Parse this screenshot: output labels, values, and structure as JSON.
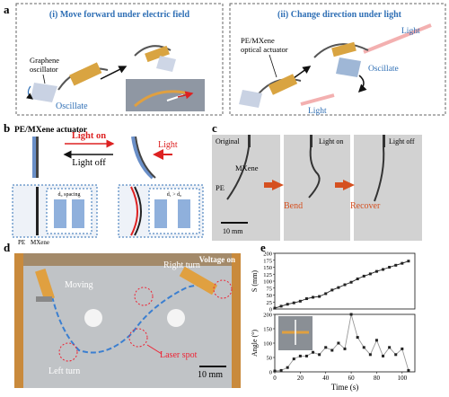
{
  "panel_a": {
    "label": "a",
    "box_i": {
      "title": "(i) Move forward under electric field",
      "graphene_line1": "Graphene",
      "graphene_line2": "oscillator",
      "oscillate": "Oscillate"
    },
    "box_ii": {
      "title": "(ii) Change direction under light",
      "actuator_line1": "PE/MXene",
      "actuator_line2": "optical actuator",
      "light_top": "Light",
      "light_bottom": "Light",
      "oscillate": "Oscillate"
    }
  },
  "panel_b": {
    "label": "b",
    "title": "PE/MXene actuator",
    "light_on": "Light on",
    "light_off": "Light off",
    "light": "Light",
    "left_inset": {
      "spacing": "d₀ spacing",
      "pe": "PE",
      "mxene": "MXene"
    },
    "right_inset": {
      "relation": "d₁ > d₀"
    }
  },
  "panel_c": {
    "label": "c",
    "frames": [
      {
        "title": "Original",
        "mxene": "MXene",
        "pe": "PE",
        "scale": "10 mm"
      },
      {
        "title": "Light on"
      },
      {
        "title": "Light off"
      }
    ],
    "bend": "Bend",
    "recover": "Recover"
  },
  "panel_d": {
    "label": "d",
    "voltage": "Voltage on",
    "moving": "Moving",
    "right_turn": "Right turn",
    "left_turn": "Left turn",
    "laser_spot": "Laser spot",
    "scale": "10 mm"
  },
  "panel_e": {
    "label": "e",
    "colors": {
      "series": "#222222",
      "grid": "#cccccc",
      "gray_line": "#999999"
    }
  },
  "chart_data": [
    {
      "type": "line",
      "ylabel": "S (mm)",
      "xlim": [
        0,
        110
      ],
      "ylim": [
        0,
        200
      ],
      "yticks": [
        "0",
        "25",
        "50",
        "75",
        "100",
        "125",
        "150",
        "175",
        "200"
      ],
      "xticks": [],
      "x": [
        0,
        5,
        10,
        15,
        20,
        25,
        30,
        35,
        40,
        45,
        50,
        55,
        60,
        65,
        70,
        75,
        80,
        85,
        90,
        95,
        100,
        105
      ],
      "values": [
        3,
        10,
        17,
        22,
        28,
        37,
        42,
        45,
        55,
        68,
        77,
        87,
        96,
        108,
        118,
        126,
        135,
        142,
        150,
        157,
        164,
        172
      ]
    },
    {
      "type": "line",
      "ylabel": "Angle (°)",
      "xlabel": "Time (s)",
      "xlim": [
        0,
        110
      ],
      "ylim": [
        0,
        200
      ],
      "yticks": [
        "0",
        "50",
        "100",
        "150",
        "200"
      ],
      "xticks": [
        "0",
        "20",
        "40",
        "60",
        "80",
        "100"
      ],
      "x": [
        0,
        5,
        10,
        15,
        20,
        25,
        30,
        35,
        40,
        45,
        50,
        55,
        60,
        65,
        70,
        75,
        80,
        85,
        90,
        95,
        100,
        105
      ],
      "values": [
        3,
        5,
        15,
        45,
        55,
        55,
        68,
        60,
        85,
        75,
        100,
        80,
        200,
        120,
        85,
        60,
        110,
        55,
        85,
        60,
        80,
        5
      ]
    }
  ]
}
